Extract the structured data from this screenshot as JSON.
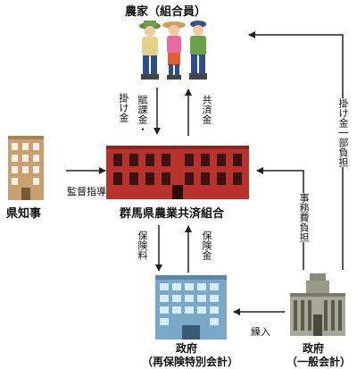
{
  "nodes": {
    "farmers": "農家（組合員）",
    "governor": "県知事",
    "association": "群馬県農業共済組合",
    "gov_reins_line1": "政府",
    "gov_reins_line2": "（再保険特別会計）",
    "gov_general_line1": "政府",
    "gov_general_line2": "（一般会計）"
  },
  "edges": {
    "premium_line1": "掛け金",
    "premium_line2": "賦課金・",
    "mutual_aid_payment": "共済金",
    "supervision": "監督指導",
    "reinsurance_premium": "保険料",
    "insurance_payment": "保険金",
    "admin_cost_burden": "事務費負担",
    "premium_partial_burden": "掛け金一部負担",
    "transfer": "繰入"
  }
}
